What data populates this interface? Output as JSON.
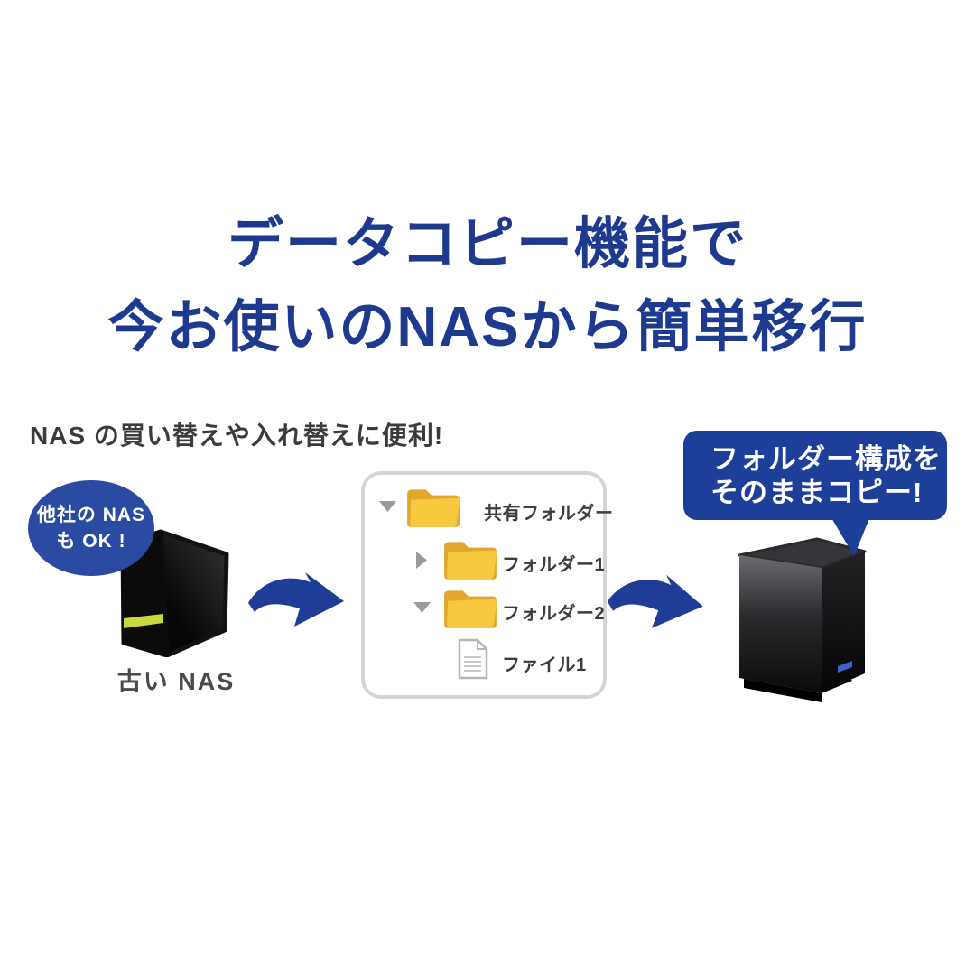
{
  "title": {
    "line1": "データコピー機能で",
    "line2": "今お使いのNASから簡単移行"
  },
  "tagline": "NAS の買い替えや入れ替えに便利!",
  "left_nas": {
    "callout_line1": "他社の NAS",
    "callout_line2": "も OK !",
    "label": "古い NAS"
  },
  "folder_tree": {
    "rows": [
      {
        "icon": "folder",
        "twisty": "expanded",
        "label": "共有フォルダー"
      },
      {
        "icon": "folder",
        "twisty": "collapsed",
        "label": "フォルダー1"
      },
      {
        "icon": "folder",
        "twisty": "expanded",
        "label": "フォルダー2"
      },
      {
        "icon": "file",
        "twisty": "none",
        "label": "ファイル1"
      }
    ]
  },
  "right_nas": {
    "callout_line1": "フォルダー構成を",
    "callout_line2": "そのままコピー!"
  },
  "colors": {
    "headline_navy": "#1d3a8f",
    "ellipse_callout_blue": "#2b4aa2",
    "box_callout_blue": "#1e3f99",
    "arrow_blue": "#1f3c96",
    "folder_body_yellow": "#f7c93f",
    "folder_tab_yellow": "#e3a62d",
    "twisty_gray": "#9b9b9b",
    "led_stripe_green": "#c9d83c",
    "tree_border_gray": "#d4d4d4",
    "label_gray": "#3c3c3c"
  }
}
